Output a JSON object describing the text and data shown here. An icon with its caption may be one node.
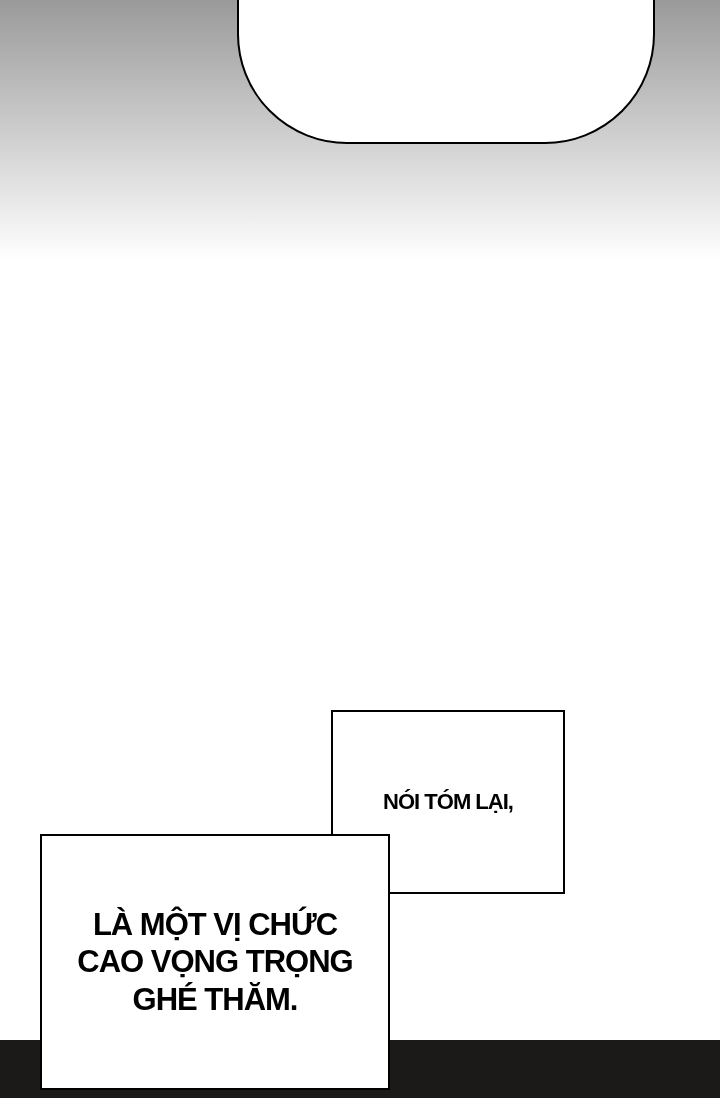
{
  "diagram": {
    "nodes": [
      {
        "text": [],
        "shape": "bubble"
      },
      {
        "text": [
          "NÓI TÓM LẠI,"
        ]
      },
      {
        "text": [
          "LÀ MỘT VỊ CHỨC CAO VỌNG TRỌNG GHÉ THĂM."
        ]
      }
    ],
    "edges": []
  }
}
